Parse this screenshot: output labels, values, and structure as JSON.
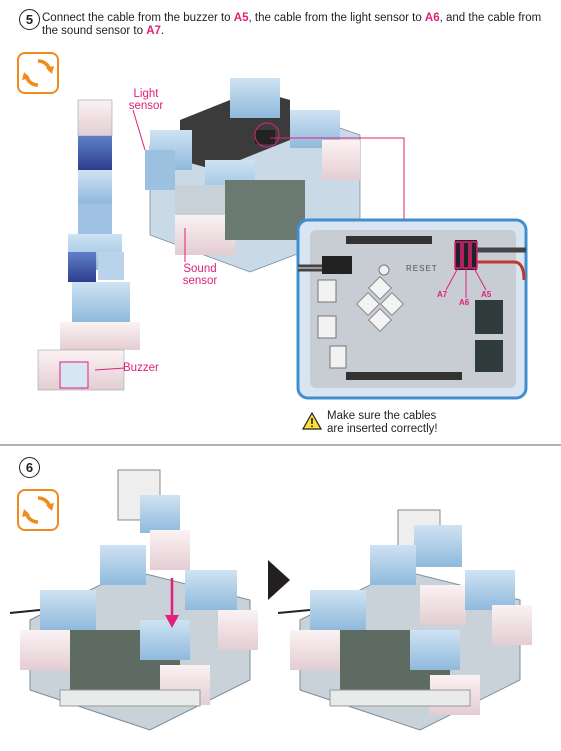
{
  "step5": {
    "number": "5",
    "instruction_parts": [
      {
        "text": "Connect the cable from the buzzer to ",
        "bold": false
      },
      {
        "text": "A5",
        "bold": true
      },
      {
        "text": ", the cable from the light sensor to ",
        "bold": false
      },
      {
        "text": "A6",
        "bold": true
      },
      {
        "text": ", and the cable from the sound sensor to ",
        "bold": false
      },
      {
        "text": "A7",
        "bold": true
      },
      {
        "text": ".",
        "bold": false
      }
    ],
    "labels": {
      "light_sensor_1": "Light",
      "light_sensor_2": "sensor",
      "sound_sensor_1": "Sound",
      "sound_sensor_2": "sensor",
      "buzzer": "Buzzer"
    },
    "board": {
      "pin_a7": "A7",
      "pin_a6": "A6",
      "pin_a5": "A5",
      "reset_label": "RESET"
    },
    "warning": {
      "line1": "Make sure the cables",
      "line2": "are inserted correctly!"
    }
  },
  "step6": {
    "number": "6"
  },
  "colors": {
    "accent_magenta": "#e0207a",
    "rotate_orange": "#f08a1c",
    "block_blue": "#a9cbe6",
    "block_pink": "#f3e3e6",
    "board_blue": "#3f8fd0"
  },
  "icons": [
    "rotate-icon",
    "warning-icon",
    "arrow-right-icon",
    "arrow-down-icon"
  ]
}
